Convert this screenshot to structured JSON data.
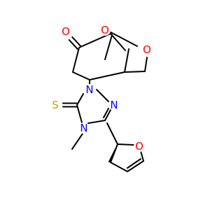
{
  "molecule": {
    "colors": {
      "bond": "#000000",
      "oxygen": "#ff0000",
      "nitrogen": "#0000ff",
      "sulfur": "#b8a800",
      "carbon": "#000000"
    },
    "atoms": {
      "o_carbonyl": "O",
      "o_bridge": "O",
      "o_ring": "O",
      "n1": "N",
      "n2": "N",
      "n4": "N",
      "s_thione": "S",
      "o_furan": "O"
    },
    "methyl": "methyl"
  }
}
